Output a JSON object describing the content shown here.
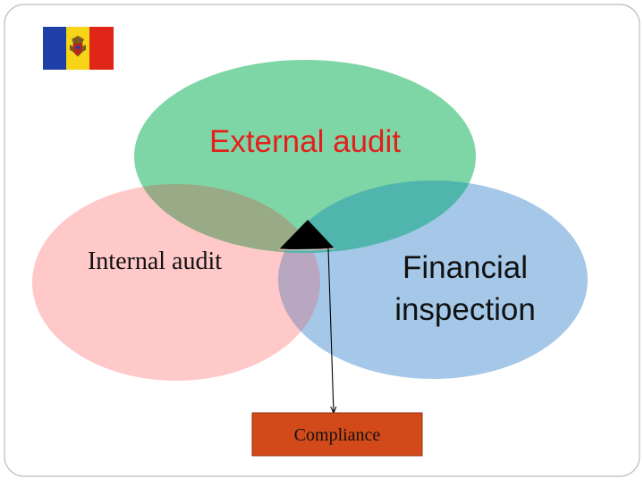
{
  "diagram": {
    "external": {
      "label": "External audit",
      "fill": "#7ed6a6",
      "text_color": "#e3201b"
    },
    "internal": {
      "label": "Internal audit",
      "fill": "#ffc9c9",
      "text_color": "#111111"
    },
    "financial": {
      "label_line1": "Financial",
      "label_line2": "inspection",
      "fill": "#a6c8e8",
      "text_color": "#111111"
    },
    "compliance": {
      "label": "Compliance",
      "fill": "#d24a1a",
      "border": "#9a2e10"
    },
    "flag": {
      "colors": [
        "#1f3fa8",
        "#f7d417",
        "#e02717"
      ]
    }
  }
}
